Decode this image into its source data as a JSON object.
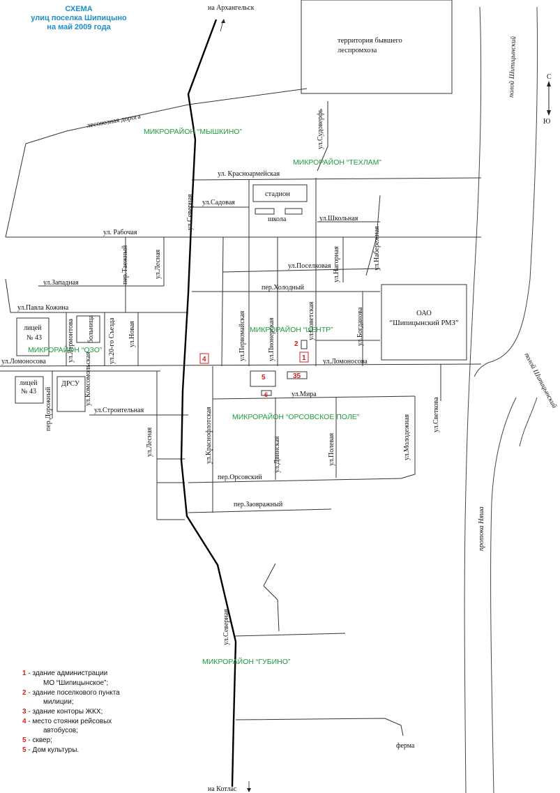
{
  "title": {
    "line1": "СХЕМА",
    "line2": "улиц поселка Шипицыно",
    "line3": "на май 2009 года"
  },
  "directions": {
    "north_road": "на Архангельск",
    "south_road": "на Котлас",
    "compass_n": "С",
    "compass_s": "Ю"
  },
  "districts": {
    "myshkino": "МИКРОРАЙОН “МЫШКИНО”",
    "tekhlam": "МИКРОРАЙОН “ТЕХЛАМ”",
    "center": "МИКРОРАЙОН “ЦЕНТР”",
    "ozo": "МИКРОРАЙОН “ОЗО”",
    "orsovskoe": "МИКРОРАЙОН “ОРСОВСКОЕ ПОЛЕ”",
    "gubino": "МИКРОРАЙОН “ГУБИНО”"
  },
  "places": {
    "lespromkhoz_1": "территория бывшего",
    "lespromkhoz_2": "леспромхоза",
    "stadium": "стадион",
    "school": "школа",
    "rmz_1": "ОАО",
    "rmz_2": "“Шипицынский РМЗ”",
    "lyceum_1a": "лицей",
    "lyceum_1b": "№ 43",
    "lyceum_2a": "лицей",
    "lyceum_2b": "№ 43",
    "dorsu": "ДРСУ",
    "hospital": "больница",
    "farm": "ферма"
  },
  "streets": {
    "forest_road": "лесовозная дорога",
    "sudoverf": "ул.Судоверфь",
    "krasnoarmeyskaya": "ул. Красноармейская",
    "sadovaya": "ул.Садовая",
    "shkolnaya": "ул.Школьная",
    "severnaya_n": "ул.Северная",
    "rabochaya": "ул. Рабочая",
    "taezhny": "пер.Таежный",
    "lesnaya_n": "ул.Лесная",
    "naberezhnaya": "ул.Набережная",
    "nagornaya": "ул.Нагорная",
    "poselkovaya": "ул.Поселковая",
    "zapadnaya": "ул.Западная",
    "kholodny": "пер.Холодный",
    "pavla_kozhina": "ул.Павла Кожина",
    "pervomayskaya": "ул.Первомайская",
    "pionerskaya": "ул.Пионерская",
    "sovetskaya": "ул.Советская",
    "bogdanova": "ул.Богданова",
    "lermontova": "ул.Лермонтова",
    "xx_sezda": "ул.20-го Съезда",
    "novaya": "ул.Новая",
    "lomonosova_w": "ул.Ломоносова",
    "lomonosova_e": "ул.Ломоносова",
    "dorozhny": "пер.Дорожный",
    "komsomolskaya": "ул.Комсомольская",
    "stroitelnaya": "ул.Строительная",
    "krasnoflotskaya": "ул.Краснофлотская",
    "mira": "ул.Мира",
    "lesnaya_s": "ул.Лесная",
    "dvinskaya": "ул.Двинская",
    "polevaya": "ул.Полевая",
    "molodezhnaya": "ул.Молодежная",
    "svetkova": "ул.Светкова",
    "orsovsky": "пер.Орсовский",
    "zaovrazhny": "пер.Заовражный",
    "severnaya_s": "ул.Северная"
  },
  "water": {
    "poloy_1": "полой Шипицынский",
    "poloy_2": "полой Шипицынский",
    "protoka": "протока Няша"
  },
  "markers": {
    "m1": "1",
    "m2": "2",
    "m4": "4",
    "m5": "5",
    "m35": "35",
    "m6": "6"
  },
  "legend": [
    {
      "num": "1",
      "text1": " - здание администрации",
      "text2": "МО “Шипицынское”;"
    },
    {
      "num": "2",
      "text1": " - здание поселкового пункта",
      "text2": "милиции;"
    },
    {
      "num": "3",
      "text1": " - здание конторы ЖКХ;",
      "text2": ""
    },
    {
      "num": "4",
      "text1": " - место стоянки рейсовых",
      "text2": "автобусов;"
    },
    {
      "num": "5",
      "text1": " - сквер;",
      "text2": ""
    },
    {
      "num": "5",
      "text1": " - Дом культуры.",
      "text2": ""
    }
  ],
  "colors": {
    "title": "#1a8fc8",
    "district": "#1e9a3c",
    "marker": "#d21f1f"
  }
}
